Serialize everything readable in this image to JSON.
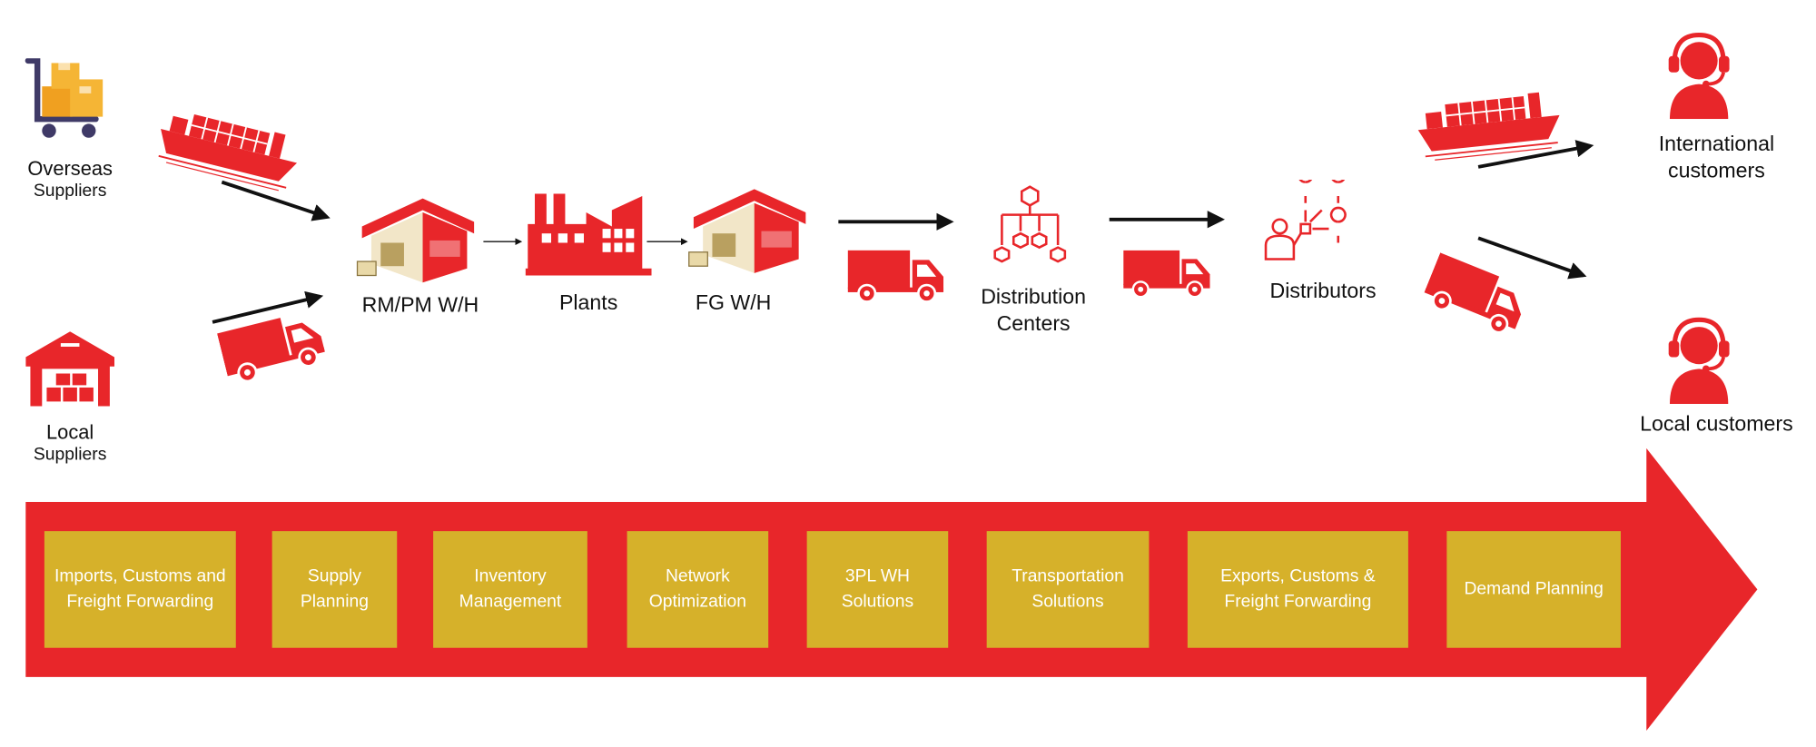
{
  "colors": {
    "accent_red": "#e8262a",
    "service_gold": "#d6b12a",
    "arrow_black": "#111111",
    "icon_purple": "#3f3a67",
    "box_orange": "#f0a020"
  },
  "suppliers": {
    "overseas": {
      "line1": "Overseas",
      "line2": "Suppliers",
      "icon": "hand-truck-boxes-icon"
    },
    "local": {
      "line1": "Local",
      "line2": "Suppliers",
      "icon": "warehouse-boxes-icon"
    }
  },
  "nodes": {
    "rm_pm_wh": "RM/PM W/H",
    "plants": "Plants",
    "fg_wh": "FG W/H",
    "dc_line1": "Distribution",
    "dc_line2": "Centers",
    "distributors": "Distributors"
  },
  "customers": {
    "intl_line1": "International",
    "intl_line2": "customers",
    "local": "Local customers"
  },
  "services": [
    {
      "line1": "Imports, Customs and",
      "line2": "Freight Forwarding"
    },
    {
      "line1": "Supply",
      "line2": "Planning"
    },
    {
      "line1": "Inventory",
      "line2": "Management"
    },
    {
      "line1": "Network",
      "line2": "Optimization"
    },
    {
      "line1": "3PL WH",
      "line2": "Solutions"
    },
    {
      "line1": "Transportation",
      "line2": "Solutions"
    },
    {
      "line1": "Exports, Customs &",
      "line2": "Freight Forwarding"
    },
    {
      "line1": "Demand Planning",
      "line2": ""
    }
  ]
}
